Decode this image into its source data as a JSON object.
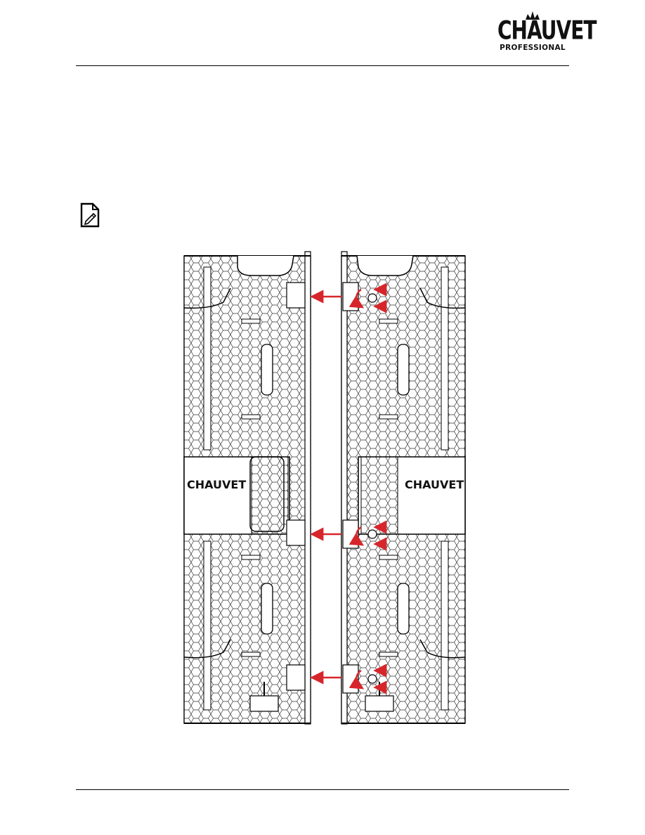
{
  "header": {
    "logo_brand": "CHAUVET",
    "logo_sub": "PROFESSIONAL"
  },
  "note": {
    "icon": "note-pencil-icon"
  },
  "figure": {
    "panel_logo_text": "CHAUVET",
    "arrow_color": "#d7262b",
    "arrow_count": 3
  }
}
